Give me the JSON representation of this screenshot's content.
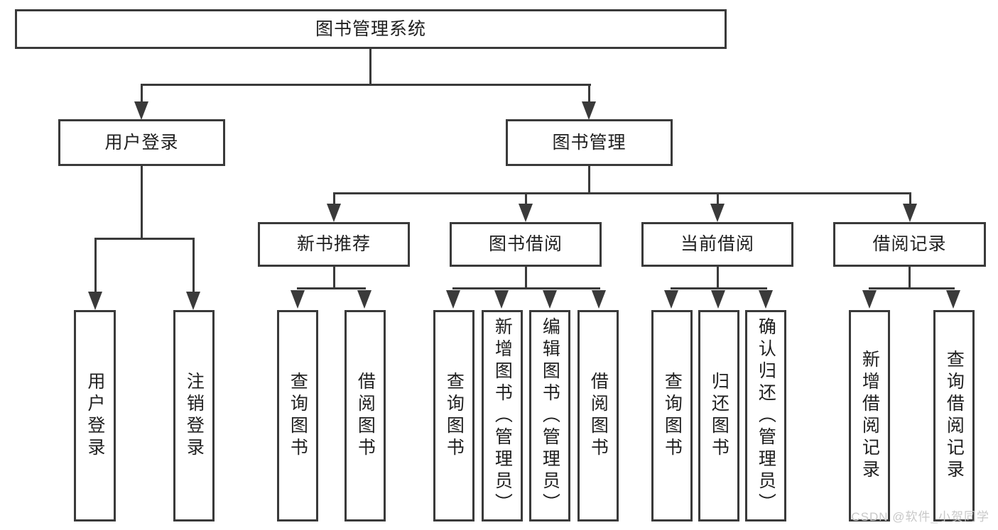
{
  "diagram": {
    "title": "图书管理系统",
    "watermark": "CSDN @软件_小贺同学",
    "colors": {
      "line": "#3a3a3a",
      "text": "#1f1f1f",
      "box_bg": "#ffffff",
      "background": "#ffffff",
      "watermark": "#c8c8c8"
    },
    "tree": {
      "root": {
        "label": "图书管理系统",
        "children": [
          {
            "label": "用户登录",
            "children": [
              {
                "label": "用户登录"
              },
              {
                "label": "注销登录"
              }
            ]
          },
          {
            "label": "图书管理",
            "children": [
              {
                "label": "新书推荐",
                "children": [
                  {
                    "label": "查询图书"
                  },
                  {
                    "label": "借阅图书"
                  }
                ]
              },
              {
                "label": "图书借阅",
                "children": [
                  {
                    "label": "查询图书"
                  },
                  {
                    "label": "新增图书（管理员）"
                  },
                  {
                    "label": "编辑图书（管理员）"
                  },
                  {
                    "label": "借阅图书"
                  }
                ]
              },
              {
                "label": "当前借阅",
                "children": [
                  {
                    "label": "查询图书"
                  },
                  {
                    "label": "归还图书"
                  },
                  {
                    "label": "确认归还（管理员）"
                  }
                ]
              },
              {
                "label": "借阅记录",
                "children": [
                  {
                    "label": "新增借阅记录"
                  },
                  {
                    "label": "查询借阅记录"
                  }
                ]
              }
            ]
          }
        ]
      }
    }
  }
}
